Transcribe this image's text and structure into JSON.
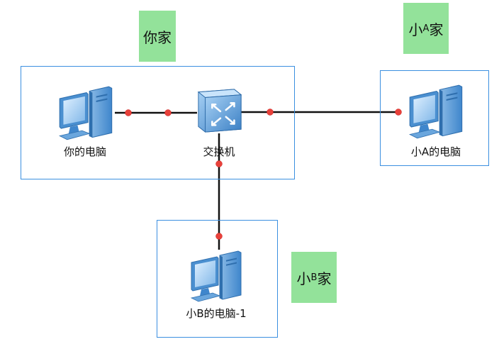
{
  "zones": {
    "home": {
      "tag_main": "你家"
    },
    "xiao_a": {
      "tag_pre": "小",
      "tag_mid": "A",
      "tag_post": "家"
    },
    "xiao_b": {
      "tag_pre": "小",
      "tag_mid": "B",
      "tag_post": "家"
    }
  },
  "nodes": {
    "your_pc": {
      "label": "你的电脑",
      "icon": "desktop-computer-icon"
    },
    "switch": {
      "label": "交换机",
      "icon": "network-switch-icon"
    },
    "xiao_a_pc": {
      "label": "小A的电脑",
      "icon": "desktop-computer-icon"
    },
    "xiao_b_pc": {
      "label": "小B的电脑-1",
      "icon": "desktop-computer-icon"
    }
  },
  "links": [
    {
      "from": "your_pc",
      "to": "switch"
    },
    {
      "from": "switch",
      "to": "xiao_a_pc"
    },
    {
      "from": "switch",
      "to": "xiao_b_pc"
    }
  ],
  "colors": {
    "zone_border": "#3b8fe0",
    "tag_bg": "#93e29a",
    "endpoint": "#e8413a",
    "link": "#111111"
  }
}
